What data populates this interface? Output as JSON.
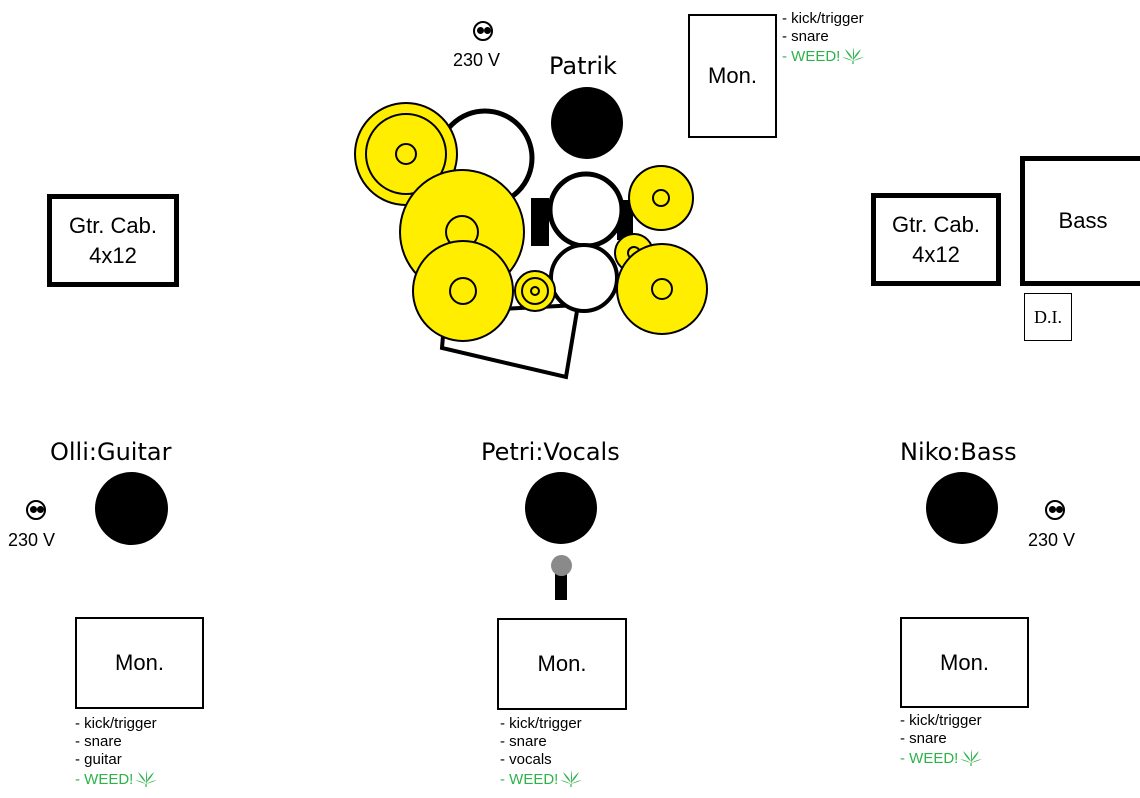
{
  "drummer": {
    "name": "Patrik"
  },
  "drum_power": {
    "label": "230 V",
    "icon": "power-outlet-icon"
  },
  "drum_monitor": {
    "label": "Mon.",
    "mix": [
      "- kick/trigger",
      "- snare"
    ],
    "weed": "- WEED!"
  },
  "left_cab": {
    "line1": "Gtr. Cab.",
    "line2": "4x12"
  },
  "right_cab": {
    "line1": "Gtr. Cab.",
    "line2": "4x12"
  },
  "bass_cab": {
    "label": "Bass"
  },
  "di_box": {
    "label": "D.I."
  },
  "guitarist": {
    "name": "Olli:Guitar",
    "power": "230 V",
    "monitor": "Mon.",
    "mix": [
      "- kick/trigger",
      "- snare",
      "- guitar"
    ],
    "weed": "- WEED!"
  },
  "vocalist": {
    "name": "Petri:Vocals",
    "monitor": "Mon.",
    "mix": [
      "- kick/trigger",
      "- snare",
      "- vocals"
    ],
    "weed": "- WEED!"
  },
  "bassist": {
    "name": "Niko:Bass",
    "power": "230 V",
    "monitor": "Mon.",
    "mix": [
      "- kick/trigger",
      "- snare"
    ],
    "weed": "- WEED!"
  },
  "colors": {
    "cymbal": "#ffee00",
    "weed_text": "#2db34a",
    "mic_head": "#8a8a8a",
    "ink": "#000000"
  }
}
